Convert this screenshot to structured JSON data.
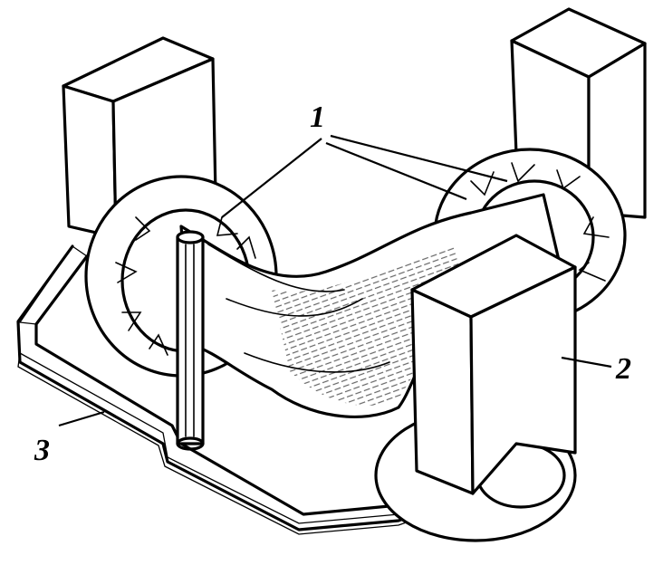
{
  "callouts": {
    "callout_1": "1",
    "callout_2": "2",
    "callout_3": "3"
  },
  "colors": {
    "ink": "#000000",
    "background": "#ffffff"
  }
}
